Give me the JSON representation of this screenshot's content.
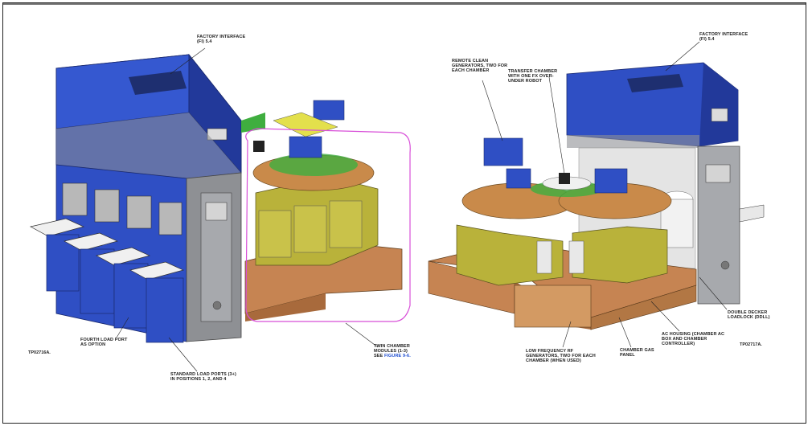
{
  "left_figure": {
    "code": "TP02716A.",
    "labels": {
      "factory_interface": "FACTORY INTERFACE\n(FI) 5.4",
      "fourth_load_port": "FOURTH LOAD PORT\nAS OPTION",
      "standard_load_ports": "STANDARD LOAD PORTS (3+)\nIN POSITIONS 1, 2, AND 4",
      "twin_chamber_prefix": "TWIN CHAMBER\nMODULES (1-3)\nSEE ",
      "twin_chamber_ref": "Figure 9-6."
    }
  },
  "right_figure": {
    "code": "TP02717A.",
    "labels": {
      "factory_interface": "FACTORY INTERFACE\n(FI) 5.4",
      "remote_clean": "REMOTE CLEAN\nGENERATORS, TWO FOR\nEACH CHAMBER",
      "transfer_chamber": "TRANSFER CHAMBER\nWITH ONE FX OVER-\nUNDER ROBOT",
      "double_decker": "DOUBLE DECKER\nLOADLOCK (DDLL)",
      "ac_housing": "AC HOUSING (CHAMBER AC\nBOX AND CHAMBER\nCONTROLLER)",
      "chamber_gas_panel": "CHAMBER GAS\nPANEL",
      "low_frequency_rf": "LOW FREQUENCY RF\nGENERATORS, TWO FOR EACH\nCHAMBER (WHEN USED)"
    }
  },
  "colors": {
    "fi_blue": "#2f4fc4",
    "fi_blue_dark": "#1e338a",
    "frame_gray": "#8e9094",
    "chamber_olive": "#b9b23a",
    "chamber_copper": "#c98a4a",
    "chamber_green": "#3fae3f",
    "base_copper": "#c68452",
    "highlight_magenta": "#d84fd8"
  }
}
